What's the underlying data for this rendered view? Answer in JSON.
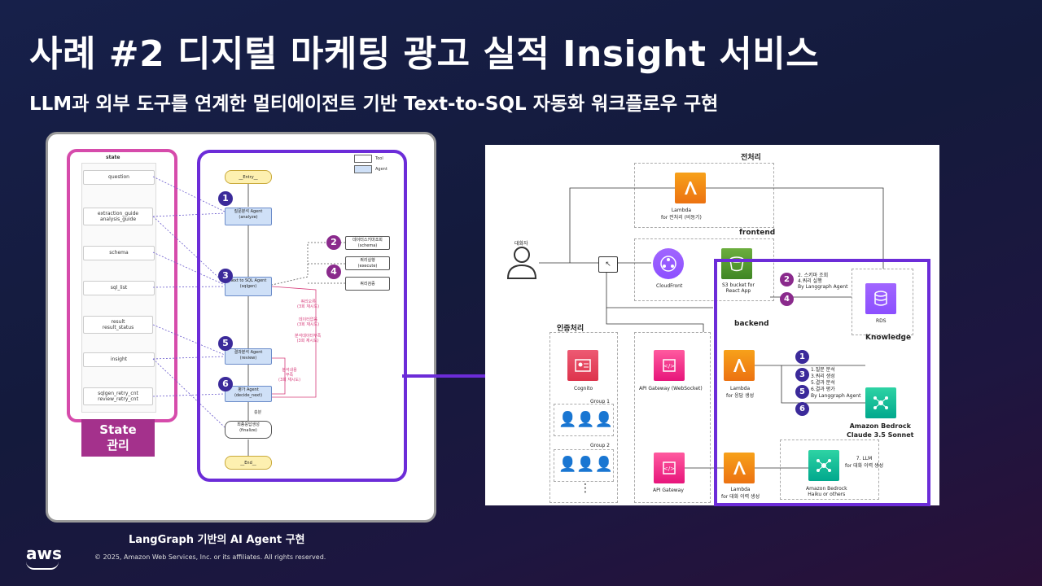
{
  "title": "사례 #2 디지털 마케팅 광고 실적 Insight 서비스",
  "subtitle": "LLM과 외부 도구를 연계한 멀티에이전트 기반 Text-to-SQL 자동화 워크플로우 구현",
  "left_diagram": {
    "state_title": "state",
    "state_items": [
      "question",
      "extraction_guide\nanalysis_guide",
      "schema",
      "sql_list",
      "result\nresult_status",
      "insight",
      "sqlgen_retry_cnt\nreview_retry_cnt"
    ],
    "state_label": "State\n관리",
    "legend": [
      "Tool",
      "Agent"
    ],
    "nodes": {
      "entry": "__Entry__",
      "analyze": "질문분석 Agent\n(analyze)",
      "schema_tool": "데이터스키마조회\n(schema)",
      "execute_tool": "쿼리실행\n(execute)",
      "verify_tool": "쿼리검증",
      "sqlgen": "Text to SQL Agent\n(sqlgen)",
      "review": "결과분석 Agent\n(review)",
      "decide": "평가 Agent\n(decide_next)",
      "finalize": "최종응답생성\n(finalize)",
      "end": "__End__"
    },
    "notes": {
      "n1": "쿼리오류\n(3회 재시도)",
      "n2": "데이터없음\n(3회 재시도)",
      "n3": "분석데이터부족\n(3회 재시도)",
      "n4": "분석내용\n부족\n(3회 재시도)",
      "done": "충분"
    },
    "caption": "LangGraph 기반의 AI Agent 구현"
  },
  "right_diagram": {
    "preprocess_label": "전처리",
    "lambda_pre": "Lambda\nfor 전처리 (비동기)",
    "frontend_label": "frontend",
    "user_label": "대화자",
    "cloudfront": "CloudFront",
    "s3": "S3 bucket for\nReact App",
    "auth_label": "인증처리",
    "cognito": "Cognito",
    "group1": "Group 1",
    "group2": "Group 2",
    "apigw_ws": "API Gateway (WebSocket)",
    "apigw": "API Gateway",
    "backend_label": "backend",
    "lambda_resp": "Lambda\nfor 응답 생성",
    "lambda_hist": "Lambda\nfor 대화 이력 생성",
    "rds": "RDS",
    "knowledge": "Knowledge",
    "bedrock_claude": "Amazon Bedrock\nClaude 3.5 Sonnet",
    "bedrock_haiku": "Amazon Bedrock\nHaiku or others",
    "step_24": "2. 스키마 조회\n4.쿼리 실행\nBy Langgraph Agent",
    "step_1356": "1.질문 분석\n3.쿼리 생성\n5.결과 분석\n6.결과 평가\nBy Langgraph Agent",
    "step_7": "7. LLM\nfor 대화 이력 생성"
  },
  "footer": {
    "aws": "aws",
    "copyright": "© 2025, Amazon Web Services, Inc. or its affiliates. All rights reserved."
  }
}
